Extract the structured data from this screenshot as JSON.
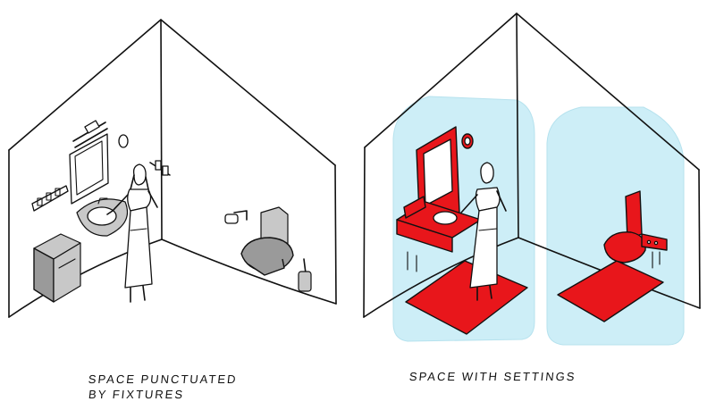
{
  "captions": {
    "left_line1": "SPACE PUNCTUATED",
    "left_line2": "BY FIXTURES",
    "right": "SPACE WITH SETTINGS"
  },
  "colors": {
    "ink": "#111111",
    "setting_red": "#e8161b",
    "zone_blue": "#cdeef7",
    "fixture_gray": "#9a9a9a",
    "background": "#ffffff"
  },
  "icons": {
    "mirror": "mirror-icon",
    "sink": "sink-icon",
    "toilet": "toilet-icon",
    "person": "person-icon",
    "cabinet": "cabinet-icon",
    "towel_rail": "towel-rail-icon",
    "paper_holder": "paper-holder-icon",
    "brush": "toilet-brush-icon"
  }
}
